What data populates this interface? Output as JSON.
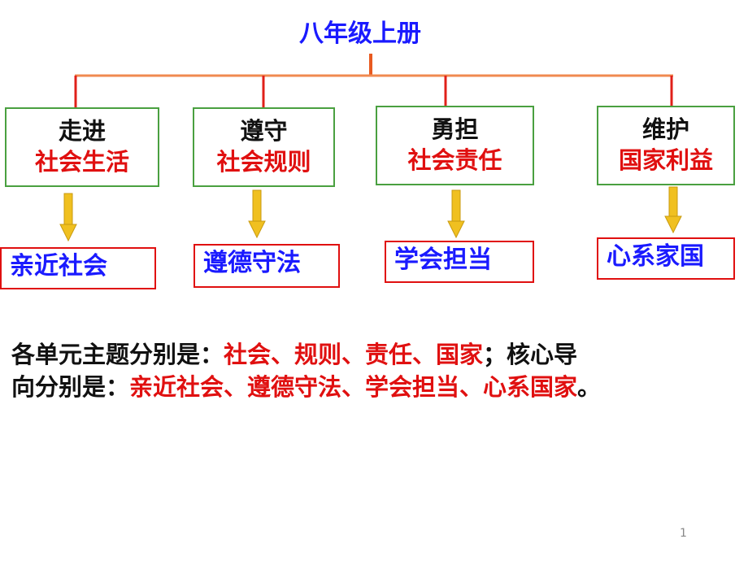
{
  "title": "八年级上册",
  "units": [
    {
      "verb": "走进",
      "topic": "社会生活",
      "goal": "亲近社会"
    },
    {
      "verb": "遵守",
      "topic": "社会规则",
      "goal": "遵德守法"
    },
    {
      "verb": "勇担",
      "topic": "社会责任",
      "goal": "学会担当"
    },
    {
      "verb": "维护",
      "topic": "国家利益",
      "goal": "心系家国"
    }
  ],
  "summary": {
    "line1_prefix": "各单元主题分别是：",
    "line1_red": "社会、规则、责任、国家",
    "line1_suffix": "；核心导",
    "line2_prefix": "向分别是：",
    "line2_red": "亲近社会、遵德守法、学会担当、心系国家",
    "line2_suffix": "。"
  },
  "page_number": "1",
  "colors": {
    "title_blue": "#1a1aff",
    "topic_red": "#e01010",
    "unit_border_green": "#4aa040",
    "goal_border_red": "#e01010",
    "connector_orange": "#f06428",
    "arrow_gold": "#f0c020"
  }
}
